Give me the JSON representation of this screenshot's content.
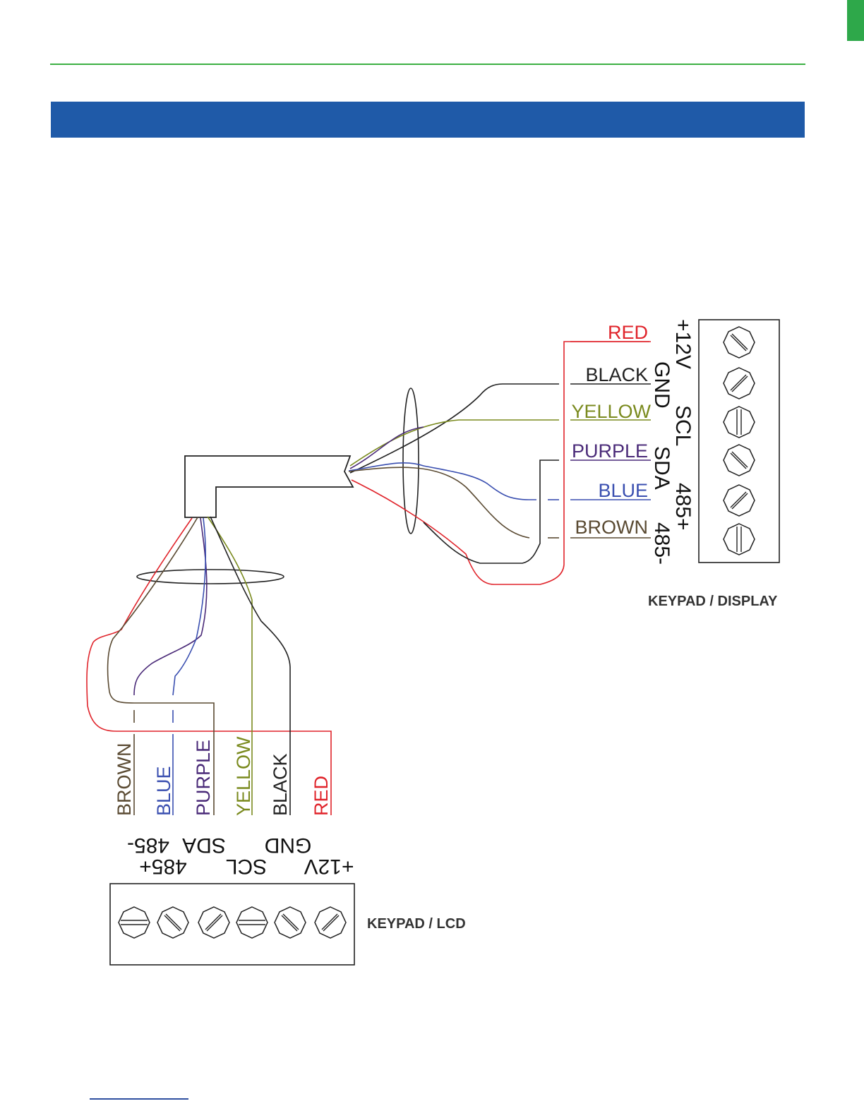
{
  "colors": {
    "red": "#e0242b",
    "black": "#222222",
    "yellow": "#7a8a1e",
    "purple": "#4a2a78",
    "blue": "#3a4fb0",
    "brown": "#5a4a32",
    "banner": "#1f5aa8",
    "rule": "#3cb043"
  },
  "display": {
    "caption": "KEYPAD / DISPLAY",
    "wire_labels": [
      "RED",
      "BLACK",
      "YELLOW",
      "PURPLE",
      "BLUE",
      "BROWN"
    ],
    "terminals": [
      "+12V",
      "GND",
      "SCL",
      "SDA",
      "485+",
      "485-"
    ]
  },
  "lcd": {
    "caption": "KEYPAD / LCD",
    "wire_labels": [
      "BROWN",
      "BLUE",
      "PURPLE",
      "YELLOW",
      "BLACK",
      "RED"
    ],
    "terminals": [
      "485-",
      "485+",
      "SDA",
      "SCL",
      "GND",
      "+12V"
    ]
  },
  "icons": [
    "screw-terminal-icon"
  ]
}
